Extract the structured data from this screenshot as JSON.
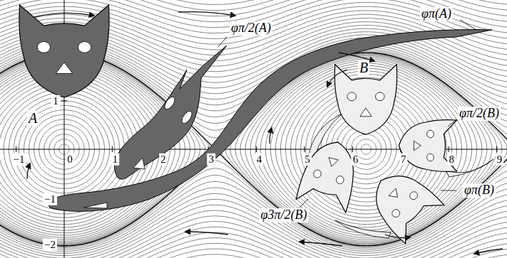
{
  "diagram": {
    "labels": [
      "A",
      "B",
      "φπ/2(A)",
      "φπ(A)",
      "φπ/2(B)",
      "φπ(B)",
      "φ3π/2(B)",
      "−1",
      "0",
      "1",
      "2",
      "3",
      "4",
      "5",
      "6",
      "7",
      "8",
      "9",
      "1",
      "−1",
      "−2"
    ]
  }
}
